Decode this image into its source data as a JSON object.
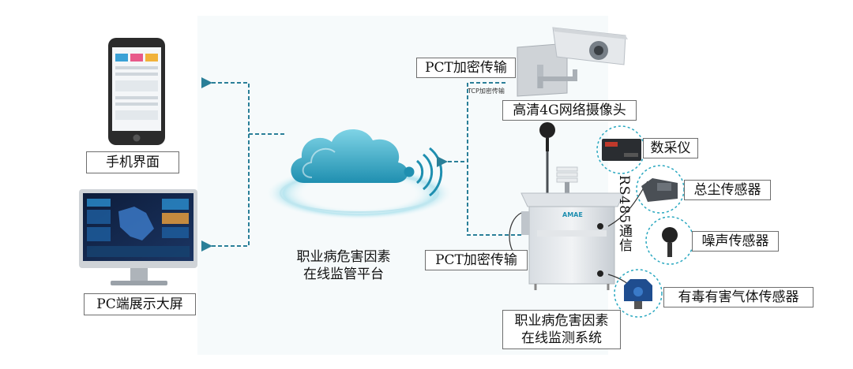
{
  "labels": {
    "mobile_ui": "手机界面",
    "pc_screen": "PC端展示大屏",
    "pct_top": "PCT加密传输",
    "tcp_small": "TCP加密传输",
    "camera": "高清4G网络摄像头",
    "daq": "数采仪",
    "dust": "总尘传感器",
    "rs485": "RS485通信",
    "noise": "噪声传感器",
    "gas": "有毒有害气体传感器",
    "pct_mid": "PCT加密传输",
    "platform_line1": "职业病危害因素",
    "platform_line2": "在线监管平台",
    "system_line1": "职业病危害因素",
    "system_line2": "在线监测系统",
    "cabinet_brand": "AMAE"
  },
  "icons": [
    "smartphone-icon",
    "monitor-icon",
    "cloud-icon",
    "signal-icon",
    "camera-icon",
    "cabinet-icon",
    "daq-icon",
    "dust-sensor-icon",
    "noise-sensor-icon",
    "gas-sensor-icon"
  ],
  "colors": {
    "accent": "#2aa8c0",
    "cloud": "#37b3cc",
    "arrow": "#3aa9bf"
  }
}
